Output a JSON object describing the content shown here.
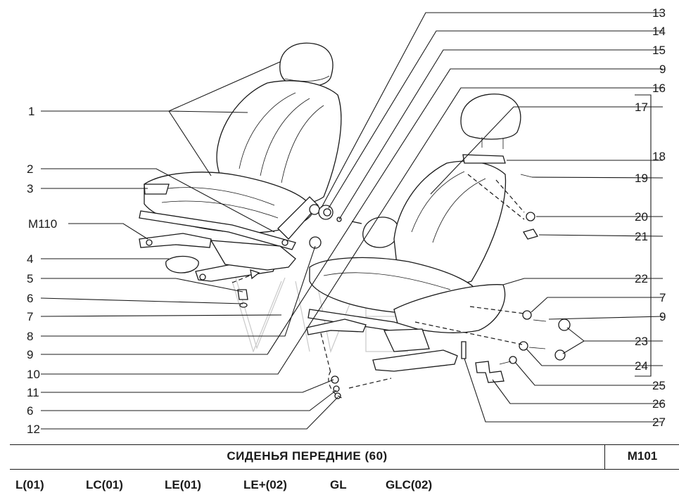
{
  "page": {
    "title": "СИДЕНЬЯ   ПЕРЕДНИЕ (60)",
    "code": "M101"
  },
  "variants": [
    "L(01)",
    "LC(01)",
    "LE(01)",
    "LE+(02)",
    "GL",
    "GLC(02)"
  ],
  "callouts": {
    "left": [
      "1",
      "2",
      "3",
      "M110",
      "4",
      "5",
      "6",
      "7",
      "8",
      "9",
      "10",
      "11",
      "6",
      "12"
    ],
    "right": [
      "13",
      "14",
      "15",
      "9",
      "16",
      "17",
      "18",
      "19",
      "20",
      "21",
      "22",
      "7",
      "9",
      "23",
      "24",
      "25",
      "26",
      "27"
    ]
  },
  "colors": {
    "ink": "#1a1a1a",
    "paper": "#ffffff",
    "watermark": "#c9c9c9"
  }
}
